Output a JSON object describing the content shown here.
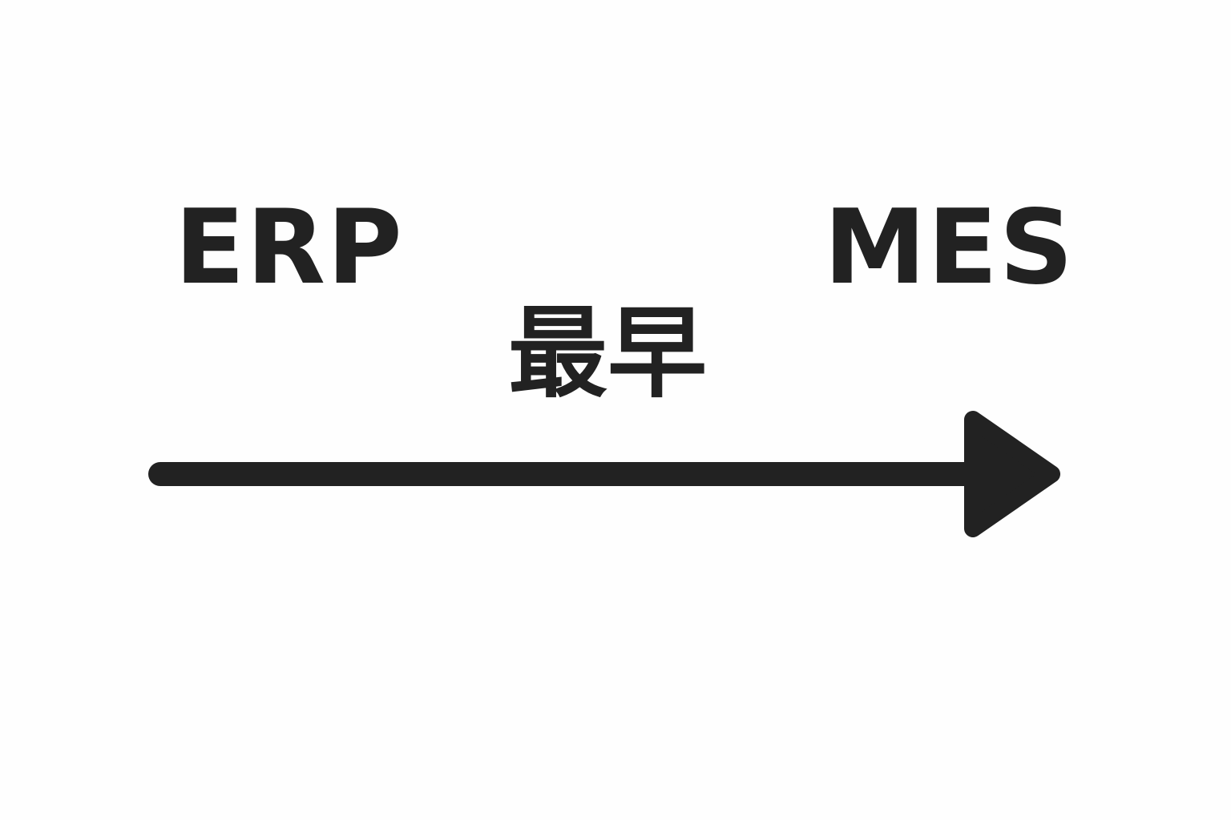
{
  "diagram": {
    "left_label": "ERP",
    "right_label": "MES",
    "middle_label": "最早",
    "arrow_direction": "left-to-right",
    "colors": {
      "background": "#fefefe",
      "ink": "#222222"
    }
  }
}
